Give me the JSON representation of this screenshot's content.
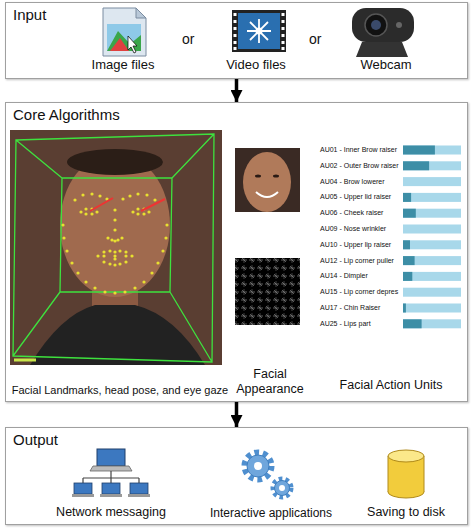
{
  "diagram": {
    "nodes": [
      {
        "text": [
          "Input"
        ]
      },
      {
        "text": [
          "Image files"
        ],
        "in": 0
      },
      {
        "text": [
          "Video files"
        ],
        "in": 0
      },
      {
        "text": [
          "Webcam"
        ],
        "in": 0
      },
      {
        "text": [
          "Core Algorithms"
        ]
      },
      {
        "text": [
          "Facial Landmarks, head pose, and eye gaze"
        ],
        "in": 4
      },
      {
        "text": [
          "Facial Appearance"
        ],
        "in": 4
      },
      {
        "text": [
          "Facial Action Units"
        ],
        "in": 4
      },
      {
        "text": [
          "Output"
        ]
      },
      {
        "text": [
          "Network messaging"
        ],
        "in": 8
      },
      {
        "text": [
          "Interactive applications"
        ],
        "in": 8
      },
      {
        "text": [
          "Saving to disk"
        ],
        "in": 8
      }
    ],
    "edges": [
      {
        "from": 0,
        "to": 4,
        "arrow": "to"
      },
      {
        "from": 4,
        "to": 8,
        "arrow": "to"
      }
    ],
    "labels": [
      "or",
      "or",
      "AU01 - Inner Brow raiser",
      "AU02 - Outer Brow raiser",
      "AU04 - Brow lowerer",
      "AU05 - Upper lid raiser",
      "AU06 - Cheek raiser",
      "AU09 - Nose wrinkler",
      "AU10 - Upper lip raiser",
      "AU12 - Lip corner puller",
      "AU14 - Dimpler",
      "AU15 - Lip corner depres",
      "AU17 - Chin Raiser",
      "AU25 - Lips part"
    ]
  }
}
